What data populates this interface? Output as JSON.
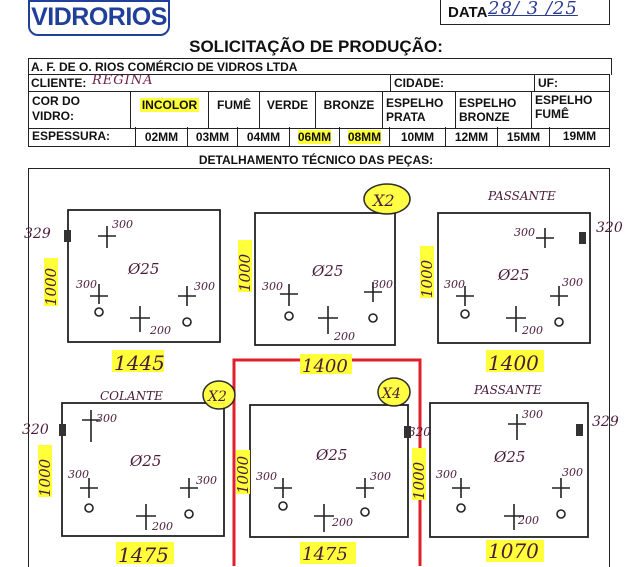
{
  "header": {
    "logo_text": "VIDRORIOS",
    "date_label": "DATA",
    "date_value": "28/ 3 /25",
    "title": "SOLICITAÇÃO DE PRODUÇÃO:",
    "company": "A. F. DE O. RIOS COMÉRCIO DE VIDROS LTDA",
    "client_label": "CLIENTE:",
    "client_value": "REGINA",
    "city_label": "CIDADE:",
    "uf_label": "UF:"
  },
  "glass_colors": {
    "label_line1": "COR DO",
    "label_line2": "VIDRO:",
    "options": [
      {
        "line1": "INCOLOR",
        "line2": "",
        "selected": true
      },
      {
        "line1": "FUMÊ",
        "line2": "",
        "selected": false
      },
      {
        "line1": "VERDE",
        "line2": "",
        "selected": false
      },
      {
        "line1": "BRONZE",
        "line2": "",
        "selected": false
      },
      {
        "line1": "ESPELHO",
        "line2": "PRATA",
        "selected": false
      },
      {
        "line1": "ESPELHO",
        "line2": "BRONZE",
        "selected": false
      },
      {
        "line1": "ESPELHO",
        "line2": "FUMÊ",
        "selected": false
      }
    ]
  },
  "thickness": {
    "label": "ESPESSURA:",
    "options": [
      {
        "label": "02MM",
        "selected": false
      },
      {
        "label": "03MM",
        "selected": false
      },
      {
        "label": "04MM",
        "selected": false
      },
      {
        "label": "06MM",
        "selected": true
      },
      {
        "label": "08MM",
        "selected": true
      },
      {
        "label": "10MM",
        "selected": false
      },
      {
        "label": "12MM",
        "selected": false
      },
      {
        "label": "15MM",
        "selected": false
      },
      {
        "label": "19MM",
        "selected": false
      }
    ]
  },
  "section_title": "DETALHAMENTO TÉCNICO DAS PEÇAS:",
  "colors": {
    "highlight": "#ffff3a",
    "brand": "#1f3f9a",
    "selection": "#e0202a"
  },
  "pieces": [
    {
      "width": "1445",
      "height": "1000",
      "side": "329",
      "hole": "Ø25",
      "m1": "300",
      "m2": "300",
      "m3": "300",
      "m4": "200",
      "qty": "",
      "note": ""
    },
    {
      "width": "1400",
      "height": "1000",
      "side": "",
      "hole": "Ø25",
      "m1": "",
      "m2": "300",
      "m3": "300",
      "m4": "200",
      "qty": "X2",
      "note": ""
    },
    {
      "width": "1400",
      "height": "1000",
      "side": "320",
      "hole": "Ø25",
      "m1": "300",
      "m2": "300",
      "m3": "300",
      "m4": "200",
      "qty": "",
      "note": "PASSANTE"
    },
    {
      "width": "1475",
      "height": "1000",
      "side": "320",
      "hole": "Ø25",
      "m1": "300",
      "m2": "300",
      "m3": "300",
      "m4": "200",
      "qty": "X2",
      "note": "COLANTE"
    },
    {
      "width": "1475",
      "height": "1000",
      "side": "320",
      "hole": "Ø25",
      "m1": "",
      "m2": "300",
      "m3": "300",
      "m4": "200",
      "qty": "X4",
      "note": "",
      "selected": true
    },
    {
      "width": "1070",
      "height": "1000",
      "side": "329",
      "hole": "Ø25",
      "m1": "300",
      "m2": "300",
      "m3": "300",
      "m4": "200",
      "qty": "",
      "note": "PASSANTE"
    }
  ]
}
